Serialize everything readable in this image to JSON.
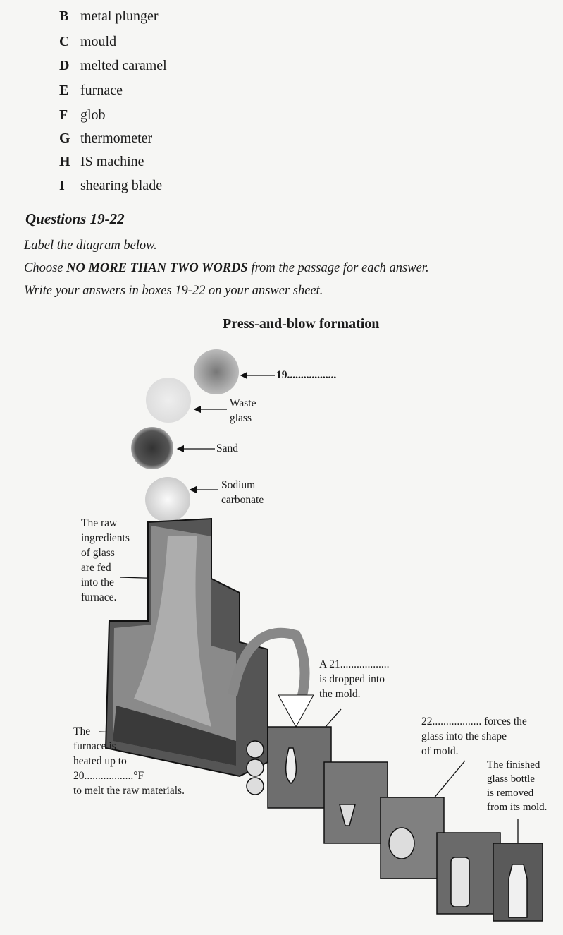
{
  "options": [
    {
      "letter": "B",
      "text": "metal plunger"
    },
    {
      "letter": "C",
      "text": "mould"
    },
    {
      "letter": "D",
      "text": "melted caramel"
    },
    {
      "letter": "E",
      "text": "furnace"
    },
    {
      "letter": "F",
      "text": "glob"
    },
    {
      "letter": "G",
      "text": "thermometer"
    },
    {
      "letter": "H",
      "text": "IS machine"
    },
    {
      "letter": "I",
      "text": "shearing blade"
    }
  ],
  "questions": {
    "heading": "Questions 19-22",
    "line1": "Label the diagram below.",
    "line2_pre": "Choose ",
    "line2_bold": "NO MORE THAN TWO WORDS",
    "line2_post": " from the passage for each answer.",
    "line3": "Write your answers in boxes 19-22 on your answer sheet."
  },
  "diagram": {
    "title": "Press-and-blow formation",
    "label_19": "19..................",
    "waste_glass_1": "Waste",
    "waste_glass_2": "glass",
    "sand": "Sand",
    "sodium_1": "Sodium",
    "sodium_2": "carbonate",
    "raw": [
      "The raw",
      "ingredients",
      "of glass",
      "are fed",
      "into the",
      "furnace."
    ],
    "furnace": [
      "The",
      "furnace is",
      "heated up to",
      "20..................°F",
      "to melt the raw materials."
    ],
    "a21": [
      "A 21..................",
      "is dropped into",
      "the mold."
    ],
    "q22": [
      "22.................. forces the",
      "glass into the shape",
      "of mold."
    ],
    "finished": [
      "The finished",
      "glass bottle",
      "is removed",
      "from its mold."
    ]
  }
}
